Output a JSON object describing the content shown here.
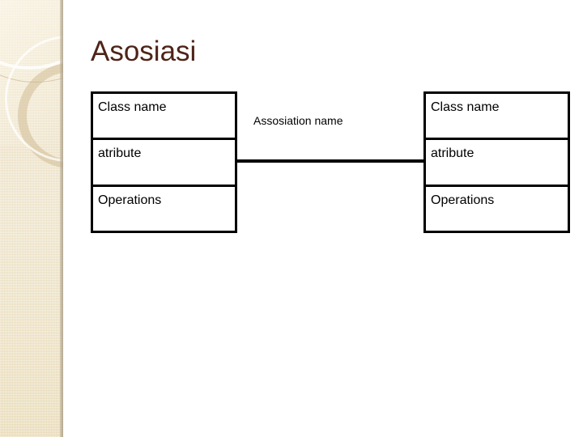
{
  "slide": {
    "title": "Asosiasi",
    "title_color": "#4e2418",
    "background": "#ffffff"
  },
  "sidebar": {
    "name": "decorative-sidebar",
    "base_color": "#f1e7cd",
    "accent_color": "#cdb78e",
    "highlight_color": "#ffffff",
    "edge_color": "#a89d88"
  },
  "diagram": {
    "type": "uml-class-diagram",
    "stroke_color": "#000000",
    "fill_color": "#ffffff",
    "classes": [
      {
        "id": "left",
        "compartments": [
          "Class name",
          "atribute",
          "Operations"
        ]
      },
      {
        "id": "right",
        "compartments": [
          "Class name",
          "atribute",
          "Operations"
        ]
      }
    ],
    "association": {
      "label": "Assosiation name",
      "from": "left",
      "to": "right"
    }
  }
}
